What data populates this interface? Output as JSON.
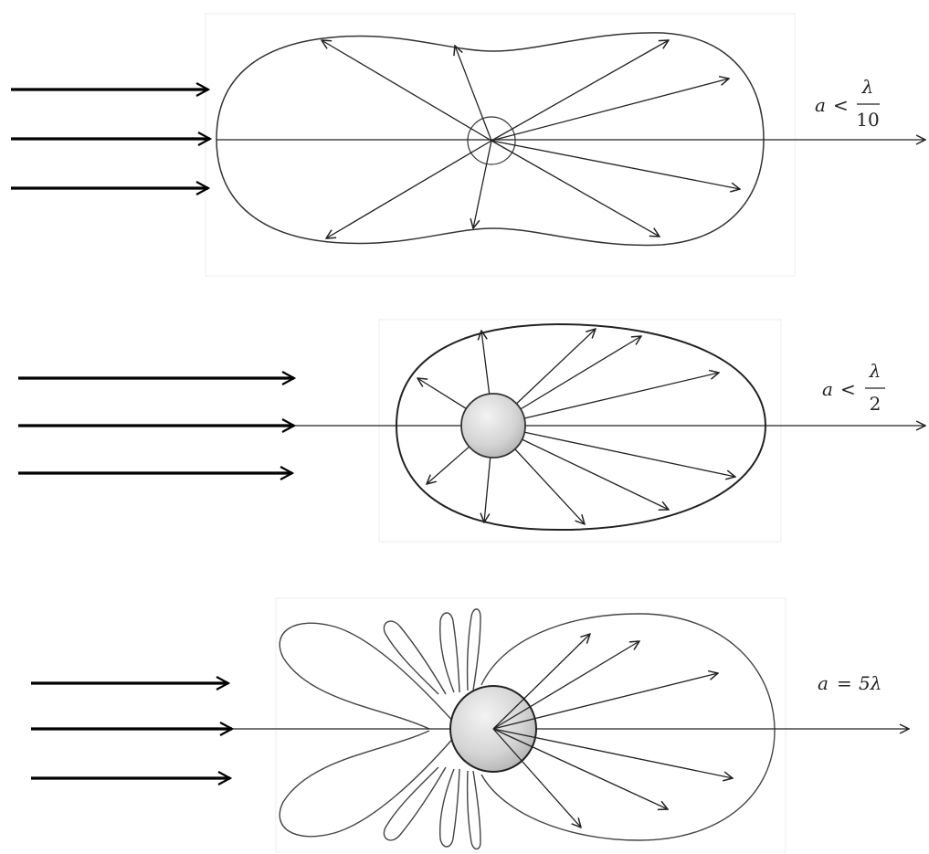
{
  "panels": [
    {
      "id": "small",
      "label": {
        "var": "a",
        "relation": "<",
        "numerator": "λ",
        "denominator": "10"
      }
    },
    {
      "id": "medium",
      "label": {
        "var": "a",
        "relation": "<",
        "numerator": "λ",
        "denominator": "2"
      }
    },
    {
      "id": "large",
      "label": {
        "var": "a",
        "relation": "=",
        "value": "5λ"
      }
    }
  ]
}
